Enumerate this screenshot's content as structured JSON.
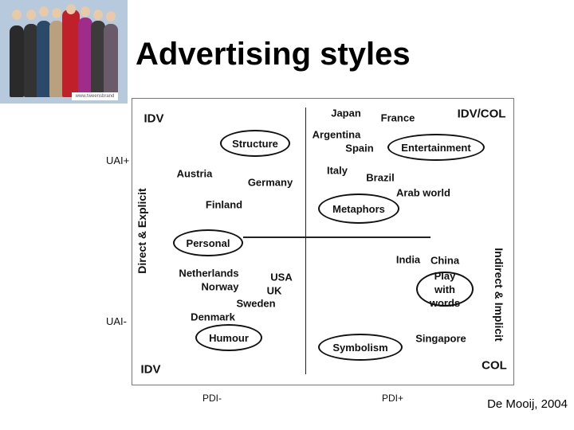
{
  "slide": {
    "title": "Advertising styles",
    "credit": "De Mooij, 2004",
    "photo_caption": "www.tweensbrand"
  },
  "axes": {
    "left_top": "UAI+",
    "left_bottom": "UAI-",
    "bottom_left": "PDI-",
    "bottom_right": "PDI+",
    "left_vertical": "Direct & Explicit",
    "right_vertical": "Indirect & Implicit"
  },
  "quadrant_labels": {
    "top_left": "IDV",
    "top_right": "IDV/COL",
    "bottom_left": "IDV",
    "bottom_right": "COL"
  },
  "styles": {
    "structure": "Structure",
    "entertainment": "Entertainment",
    "metaphors": "Metaphors",
    "personal": "Personal",
    "humour": "Humour",
    "play_with_words": "Play with words",
    "symbolism": "Symbolism"
  },
  "countries": {
    "japan": "Japan",
    "france": "France",
    "argentina": "Argentina",
    "spain": "Spain",
    "italy": "Italy",
    "brazil": "Brazil",
    "arab_world": "Arab world",
    "austria": "Austria",
    "germany": "Germany",
    "finland": "Finland",
    "netherlands": "Netherlands",
    "norway": "Norway",
    "usa": "USA",
    "uk": "UK",
    "sweden": "Sweden",
    "denmark": "Denmark",
    "india": "India",
    "china": "China",
    "singapore": "Singapore"
  }
}
